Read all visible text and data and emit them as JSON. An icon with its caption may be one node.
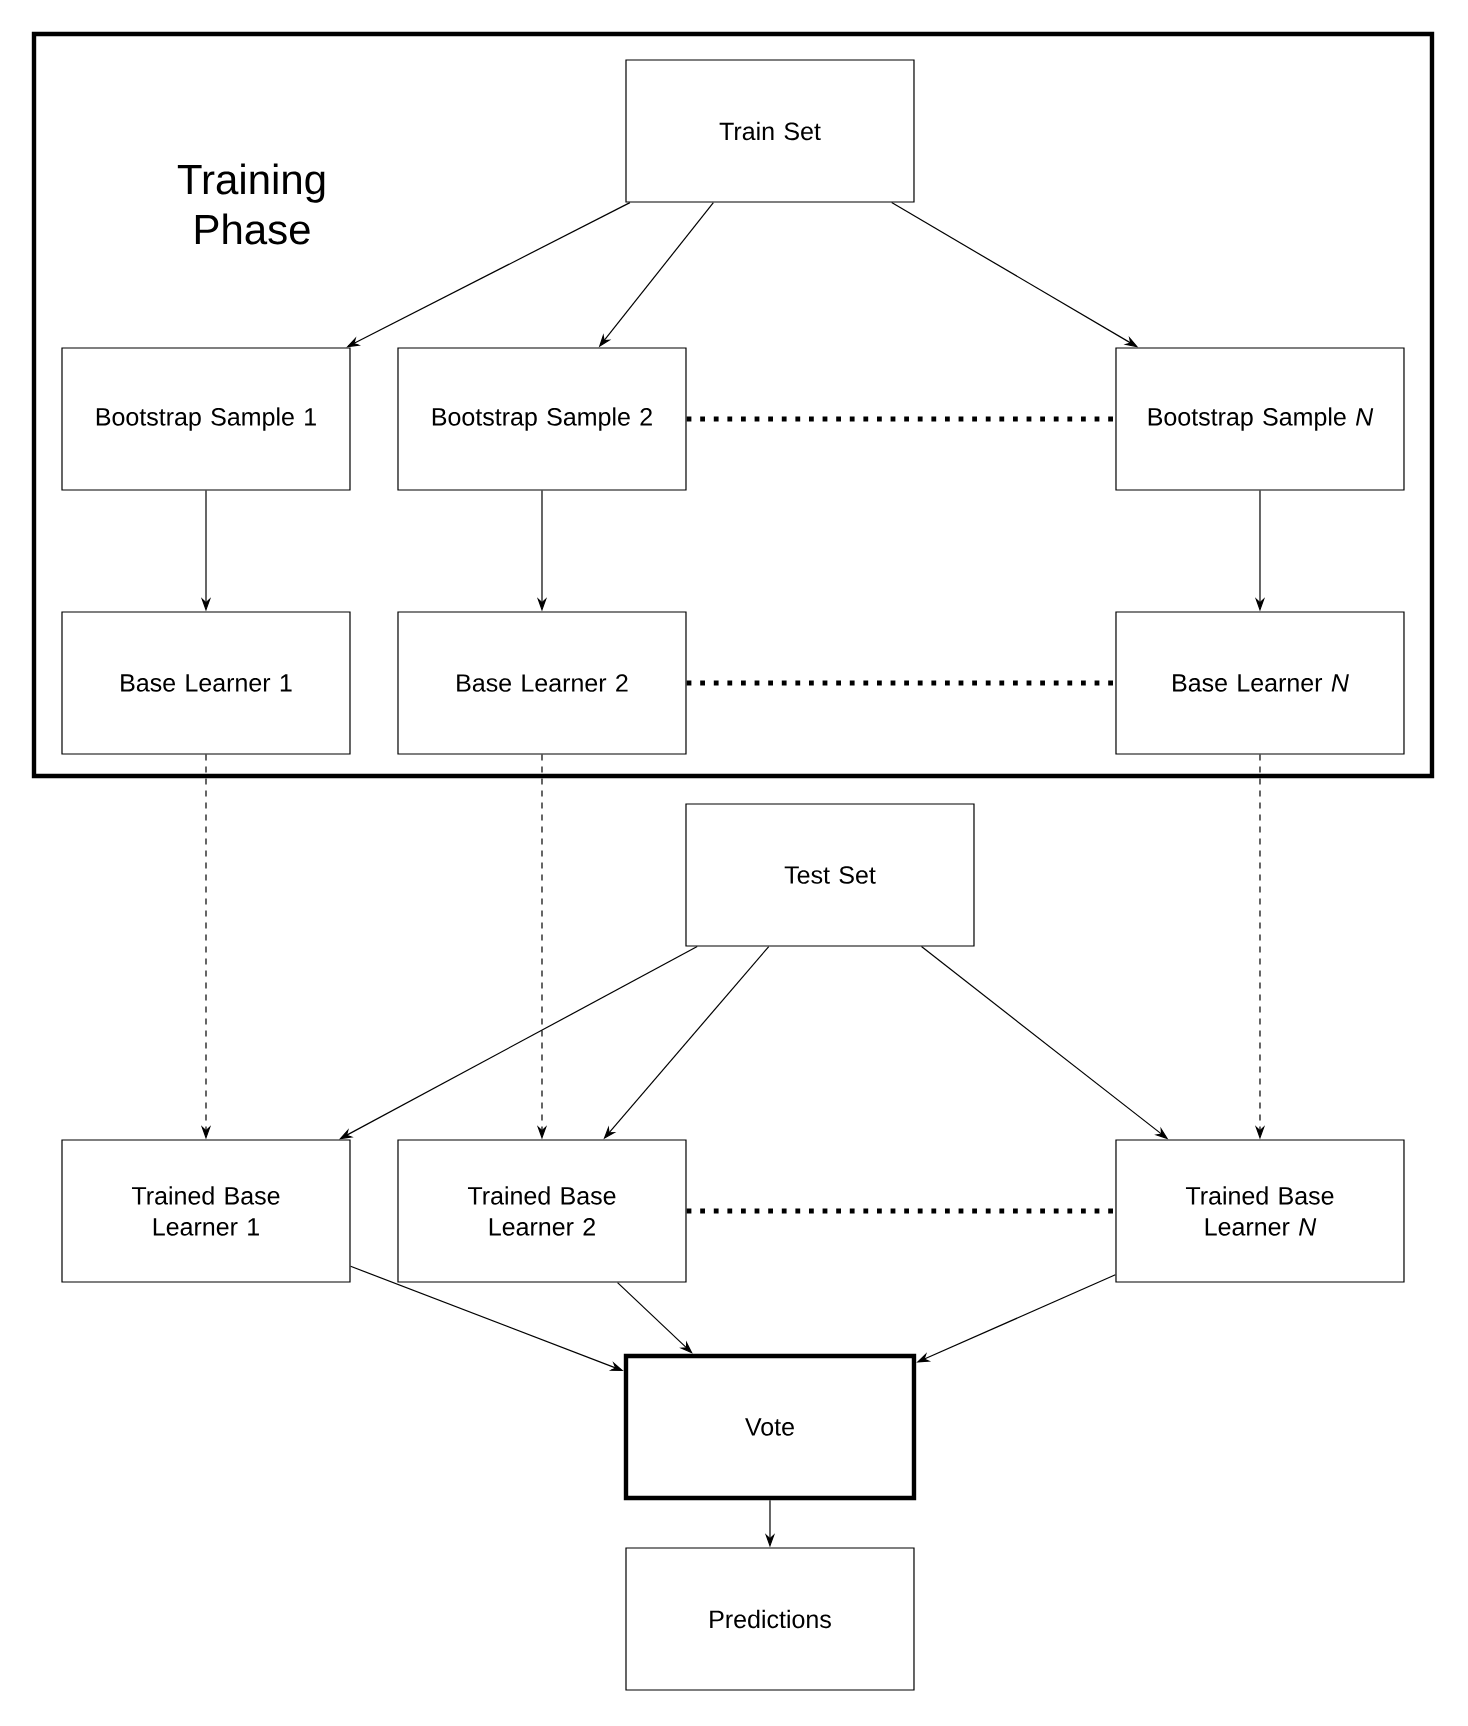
{
  "diagram": {
    "nodes": [
      {
        "text": [
          "Training Phase"
        ]
      },
      {
        "text": [
          "Train Set"
        ],
        "in": 0
      },
      {
        "text": [
          "Bootstrap Sample 1"
        ],
        "in": 0
      },
      {
        "text": [
          "Bootstrap Sample 2"
        ],
        "in": 0
      },
      {
        "text": [
          "Bootstrap Sample *N*"
        ],
        "in": 0
      },
      {
        "text": [
          "Base Learner 1"
        ],
        "in": 0
      },
      {
        "text": [
          "Base Learner 2"
        ],
        "in": 0
      },
      {
        "text": [
          "Base Learner *N*"
        ],
        "in": 0
      },
      {
        "text": [
          "Test Set"
        ]
      },
      {
        "text": [
          "Trained Base Learner 1"
        ]
      },
      {
        "text": [
          "Trained Base Learner 2"
        ]
      },
      {
        "text": [
          "Trained Base Learner *N*"
        ]
      },
      {
        "text": [
          "Vote"
        ]
      },
      {
        "text": [
          "Predictions"
        ]
      }
    ],
    "edges": [
      {
        "from": 1,
        "to": 2,
        "arrow": "to"
      },
      {
        "from": 1,
        "to": 3,
        "arrow": "to"
      },
      {
        "from": 1,
        "to": 4,
        "arrow": "to"
      },
      {
        "from": 3,
        "to": 4,
        "arrow": "none",
        "style": "dashed"
      },
      {
        "from": 2,
        "to": 5,
        "arrow": "to"
      },
      {
        "from": 3,
        "to": 6,
        "arrow": "to"
      },
      {
        "from": 4,
        "to": 7,
        "arrow": "to"
      },
      {
        "from": 6,
        "to": 7,
        "arrow": "none",
        "style": "dashed"
      },
      {
        "from": 5,
        "to": 9,
        "arrow": "to",
        "style": "dashed"
      },
      {
        "from": 6,
        "to": 10,
        "arrow": "to",
        "style": "dashed"
      },
      {
        "from": 7,
        "to": 11,
        "arrow": "to",
        "style": "dashed"
      },
      {
        "from": 8,
        "to": 9,
        "arrow": "to"
      },
      {
        "from": 8,
        "to": 10,
        "arrow": "to"
      },
      {
        "from": 8,
        "to": 11,
        "arrow": "to"
      },
      {
        "from": 10,
        "to": 11,
        "arrow": "none",
        "style": "dashed"
      },
      {
        "from": 9,
        "to": 12,
        "arrow": "to"
      },
      {
        "from": 10,
        "to": 12,
        "arrow": "to"
      },
      {
        "from": 11,
        "to": 12,
        "arrow": "to"
      },
      {
        "from": 12,
        "to": 13,
        "arrow": "to"
      }
    ]
  }
}
